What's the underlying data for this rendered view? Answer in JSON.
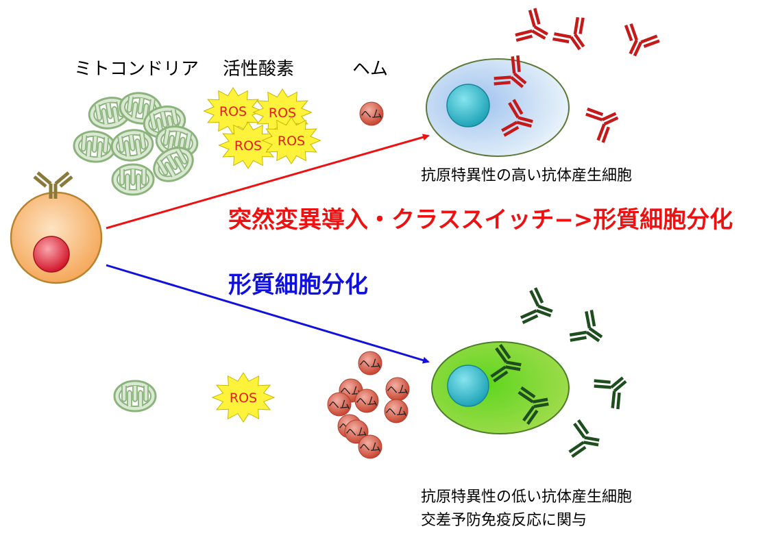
{
  "labels": {
    "mitochondria": "ミトコンドリア",
    "ros_category": "活性酸素",
    "heme_category": "ヘム",
    "ros": "ROS",
    "heme": "ヘム"
  },
  "paths": {
    "upper": "突然変異導入・クラススイッチ−>形質細胞分化",
    "lower": "形質細胞分化"
  },
  "outcomes": {
    "high_affinity_caption": "抗原特異性の高い抗体産生細胞",
    "low_affinity_caption_line1": "抗原特異性の低い抗体産生細胞",
    "low_affinity_caption_line2": "交差予防免疫反応に関与"
  },
  "colors": {
    "upper_arrow": "#ee1111",
    "lower_arrow": "#1111dd",
    "high_antibody": "#c41a1a",
    "low_antibody": "#1e4d1e",
    "mito_fill": "#dbe9d4",
    "mito_stroke": "#8bb47c",
    "ros_fill": "#fff23a",
    "heme_fill": "#d8584a",
    "bcell_fill": "#fbc48a",
    "nucleus_red": "#e02a37",
    "nucleus_cyan": "#2ab8c8",
    "high_cell_fill": "#bcd6f2",
    "low_cell_fill": "#7ccf1a"
  },
  "icons": [
    "mitochondrion-icon",
    "ros-burst-icon",
    "heme-icon",
    "antibody-icon",
    "b-cell-icon",
    "plasma-cell-icon"
  ]
}
